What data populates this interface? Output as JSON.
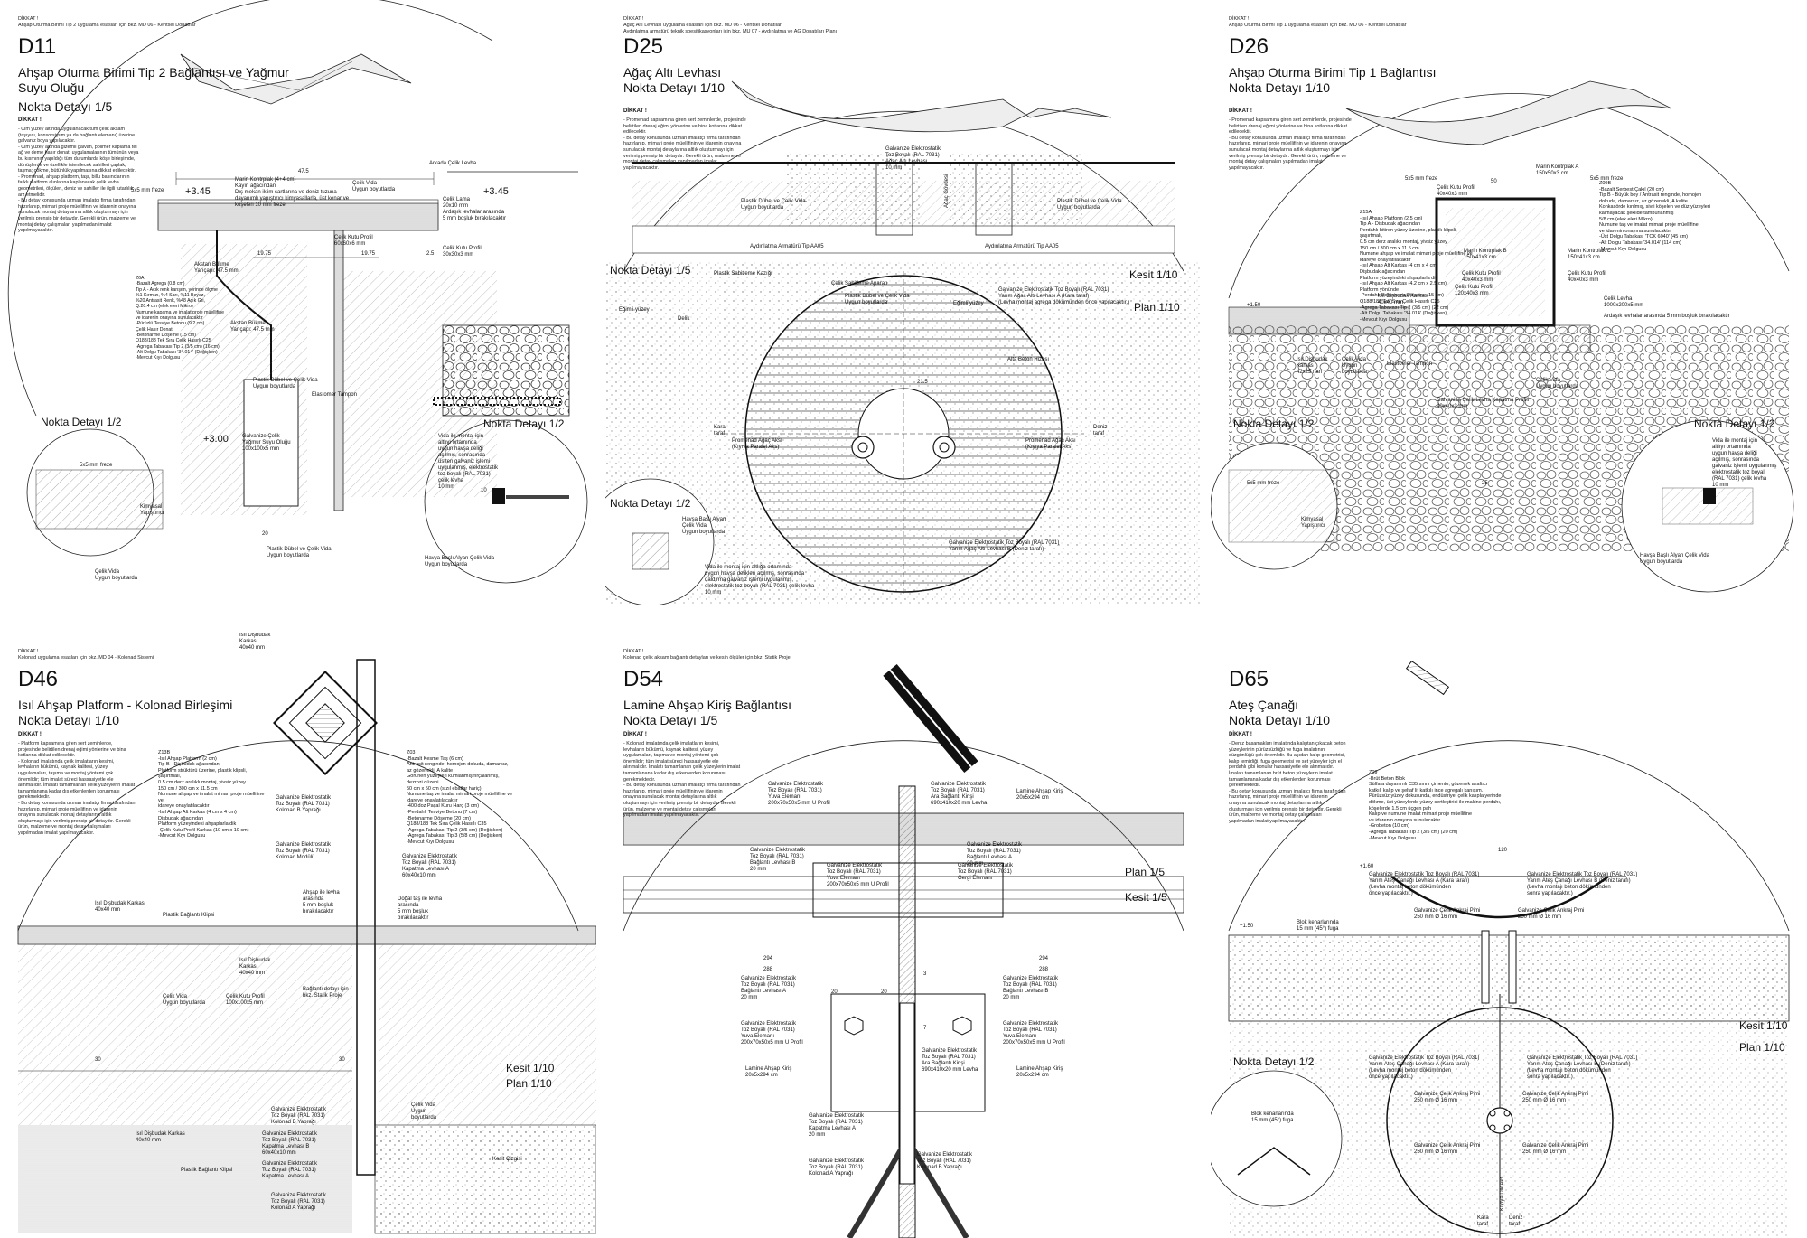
{
  "panels": [
    {
      "id": "D11",
      "header": "DİKKAT !\nAhşap Oturma Birimi Tip 2 uygulama esasları için bkz. MD 06 - Kentsel Donatılar",
      "code": "D11",
      "title": "Ahşap Oturma Birimi Tip 2 Bağlantısı ve Yağmur Suyu Oluğu",
      "subtitle": "Nokta Detayı 1/5",
      "dikkat": "DİKKAT !",
      "notes": "- Çim yüzey altında uygulanacak tüm çelik aksam (taşıyıcı, konsorsiyum ya da bağlantı elemanı) üzerine galvaniz boya yapılacaktır.\n- Çim yüzey altında gizemli galvan, polimer kaplama tel ağ ve deme hasır donatı uygulamalarının tümünün veya bu kısmının yapıldığı tüm durumlarda köşe birleşimde, dönüşlerde ve özellikle istenilecek sahilleri çaplak, taşma; çökme, bütünlük yapılmasına dikkat edilecektir.\n- Promenad, ahşap platform, taşı, billu basınclarının farklı platform alınlarına kaplanacak çelik levha geometrileri, ölçüleri, deniz ve sahiller ile ilgili tutarlılık arz etmelidir.\n- Bu detay konusunda uzman imalatçı firma tarafından hazırlanıp, mimari proje müellifinin ve idarenin onayına sunulacak montaj detaylarına altlık oluşturmayı için verilmiş prensip bir detaydır. Gerekli ürün, malzeme ve montaj detay çalışmaları yapılmadan imalat yapılmayacaktır.",
      "labels": {
        "top_arkada": "Arkada Çelik Levha",
        "frez": "5x5 mm freze",
        "plus345a": "+3.45",
        "plus345b": "+3.45",
        "marin": "Marin Kontrplak (4+4 cm)\nKayın ağacından\nDış mekan iklim şartlarına ve deniz tuzuna\ndayanımlı yapıştırıcı kimyasallarla, üst kenar ve\nköşeleri 10 mm freze",
        "celik_vida": "Çelik Vida\nUygun boyutlarda",
        "celik_lama": "Çelik Lama\n20x10 mm",
        "ardasik": "Ardaşık levhalar arasında\n5 mm boşluk bırakılacaktır",
        "celik_kutu_a": "Çelik Kutu Profil\n60x60x6 mm",
        "celik_kutu_b": "Çelik Kutu Profil\n30x30x3 mm",
        "z6a": "Z6A\n-Bazalt Agrega (0.8 cm)\nTip A - Açık renk karışım, yerinde ölçme\n%1 Kırmızı, %4 Sarı, %11 Beyaz,\n%20 Antrasit Renk, %48 Açık Gri,\nQ.20.4 cm (elek eleri Mikro)\nNumune kapama ve imalat proje müellifine\nve idarenin onayına sunulacaktır\n-Pürüzlü Tesviye Betonu (9.2 cm)\nÇelik Hasır Donatı\n-Betonarme Döşeme (15 cm)\nQ188/188 Tek Sıra Çelik Hasırlı C25\n-Agrega Tabakası Tip 2 (3/5 cm) (16 cm)\n-Alt Dolgu Tabakası '34.014' (Değişken)\n-Mevcut Kıyı Dolgusu",
        "akstan_a": "Akstan Bükme\nYarıçapı: 47.5 mm",
        "akstan_b": "Akstan Bükme\nYarıçapı: 47.5 mm",
        "plastik_dubel": "Plastik Dübel ve Çelik Vida\nUygun boyutlarda",
        "elastomer": "Elastomer Tampon",
        "nokta_left": "Nokta Detayı 1/2",
        "nokta_right": "Nokta Detayı 1/2",
        "plus300": "+3.00",
        "galvanize": "Galvanize Çelik\nYağmur Suyu Oluğu\n100x100x5 mm",
        "kimyasal": "Kimyasal\nYapıştırıcı",
        "frez2": "5x5 mm freze",
        "celik_vida_bottom": "Çelik Vida\nUygun boyutlarda",
        "plastik_dubel_bottom": "Plastik Dübel ve Çelik Vida\nUygun boyutlarda",
        "havya": "Havya Başlı Alyan Çelik Vida\nUygun boyutlarda",
        "vida_montaj": "Vida ile montaj için\naltlıyı ortamında\nuygun havşa deliği\naçılmış, sonrasında\nüstten galvaniz işlemi\nuygulanmış, elektrostatik\ntoz boyalı (RAL 7031)\nçelik levha\n10 mm",
        "d_475": "47.5",
        "d_1975a": "19.75",
        "d_1975b": "19.75",
        "d_25": "2.5",
        "d_10": "10",
        "d_20": "20"
      }
    },
    {
      "id": "D25",
      "header": "DİKKAT !\nAğaç Altı Levhası uygulama esasları için bkz. MD 06 - Kentsel Donatılar\nAydınlatma armatürü teknik spesifikasyonları için bkz. MU 07 - Aydınlatma ve AG Donatıları Planı",
      "code": "D25",
      "title": "Ağaç Altı Levhası",
      "subtitle": "Nokta Detayı 1/10",
      "dikkat": "DİKKAT !",
      "notes": "- Promenad kapsamına giren sert zeminlerde, projesinde belirtilen drenaj eğimi yönlerine ve bina kotlarına dikkat edilecektir.\n- Bu detay konusunda uzman imalatçı firma tarafından hazırlanıp, mimari proje müellifinin ve idarenin onayına sunulacak montaj detaylarına altlık oluşturmayı için verilmiş prensip bir detaydır. Gerekli ürün, malzeme ve montaj detay çalışmaları yapılmadan imalat yapılmayacaktır.",
      "labels": {
        "galv_top": "Galvanize Elektrostatik\nToz Boyalı (RAL 7031)\nAğaç Altı Levhası\n10 mm",
        "plastik_a": "Plastik Dübel ve Çelik Vida\nUygun boyutlarda",
        "plastik_b": "Plastik Dübel ve Çelik Vida\nUygun boyutlarda",
        "armatur_a": "Aydınlatma Armatürü Tip AA05",
        "armatur_b": "Aydınlatma Armatürü Tip AA05",
        "sabitleme_kazik": "Plastik Sabitleme Kazığı",
        "agac_govdesi": "Ağaç Gövdesi",
        "nokta_top": "Nokta Detayı 1/5",
        "kesit": "Kesit 1/10",
        "sabitleme": "Çelik Sabitleme Aparatı",
        "egimli": "Eğimli yüzey",
        "delik": "Delik",
        "plastik_c": "Plastik Dübel ve Çelik Vida\nUygun boyutlarda",
        "galv_c": "Galvanize Elektrostatik Toz Boyalı (RAL 7031)\nYarım Ağaç Altı Levhası A (Kara taraf)\n(Levha montaj agrega dökümünden önce yapılacaktır.)",
        "plan": "Plan 1/10",
        "eğimli2": "Eğimli yüzey",
        "alta_beton": "Alta Beton Hizası",
        "kara": "Kara\ntaraf",
        "promenad_a": "Promenad Ağaç Aksı\n(Kıyıya Paralel Aks)",
        "promenad_b": "Promenad Ağaç Aksı\n(Kıyıya Paralel Aks)",
        "deniz": "Deniz\ntaraf",
        "nokta_bottom": "Nokta Detayı 1/2",
        "havsa": "Havşa Başlı Alyan\nÇelik Vida\nUygun boyutlarda",
        "galv_b": "Galvanize Elektrostatik Toz Boyalı (RAL 7031)\nYarım Ağaç Altı Levhası B (Deniz tarafı)",
        "vida_note": "Vida ile montaj için altlığa ortamında\nuygun havşa deliklerı açılmış, sonrasında\ndaldırma galvaniz işlemi uygulanmış,\nelektrostatik toz boyalı (RAL 7031) çelik levha\n10 mm",
        "d_215": "21.5"
      }
    },
    {
      "id": "D26",
      "header": "DİKKAT !\nAhşap Oturma Birimi Tip 1 uygulama esasları için bkz. MD 06 - Kentsel Donatılar",
      "code": "D26",
      "title": "Ahşap Oturma Birimi Tip 1 Bağlantısı",
      "subtitle": "Nokta Detayı 1/10",
      "dikkat": "DİKKAT !",
      "notes": "- Promenad kapsamına giren sert zeminlerde, projesinde belirtilen drenaj eğimi yönlerine ve bina kotlarına dikkat edilecektir.\n- Bu detay konusunda uzman imalatçı firma tarafından hazırlanıp, mimari proje müellifinin ve idarenin onayına sunulacak montaj detaylarına altlık oluşturmayı için verilmiş prensip bir detaydır. Gerekli ürün, malzeme ve montaj detay çalışmaları yapılmadan imalat yapılmayacaktır.",
      "labels": {
        "marin_a": "Marin Kontrplak A\n150x50x3 cm",
        "frez": "5x5 mm freze",
        "celik_kutu_a": "Çelik Kutu Profil\n40x40x3 mm",
        "z09b": "Z09B\n-Bazalt Serbest Çakıl (20 cm)\nTip B - Büyük boy / Antrasit renginde, homojen\ndokuda, damarsız, az gözenekli, A kalite\nKonkasörde kırılmış, sivri köşelen ve düz yüzeyleri\nkalmayacak şekilde tamburlanmış\n5/8 cm (elek eleri Mikro)\nNumune taş ve imalat mimari proje müellifine\nve idarenin onayına sunulacaktır\n-Üst Dolgu Tabakası 'TCK 6040' (45 cm)\n-Alt Dolgu Tabakası '34.014' (114 cm)\n-Mevcut Kıyı Dolgusu",
        "z15a": "Z15A\n-Isıl Ahşap Platform (2.5 cm)\nTip A - Dişbudak ağacından\nPerdahlı bitiren yüzey üzerine, plastik klipsli, şaşırtmalı,\n0.5 cm derz aralıklı montaj, yivsiz yüzey\n150 cm / 300 cm x 11.5 cm\nNumune ahşap ve imalat mimari proje müellifine ve\nidareye onaylatılacaktır\n-Isıl Ahşap Alt Karkas (4 cm x 4 cm)\nDişbudak ağacından\nPlatform yüzeyindeki ahşaplarla dik\n-Isıl Ahşap Alt Karkas (4.2 cm x 2.5 cm)\nPlatform yönünde\n-Perdahlı Betonarme Döşeme (15 cm)\nQ188/188 Tek Sıra Çelik Hasırlı C25\n-Agrega Tabakası Tip 2 (3/5 cm) (22 cm)\n-Alt Dolgu Tabakası '34.014' (Değişken)\n-Mevcut Kıyı Dolgusu",
        "marin_b": "Marin Kontrplak B\n150x41x3 cm",
        "marin_c": "Marin Kontrplak C\n150x41x3 cm",
        "celik_kutu_b": "Çelik Kutu Profil\n40x40x3 mm",
        "celik_kutu_c": "Çelik Kutu Profil\n120x40x3 mm",
        "celik_levha": "Çelik Levha\n1000x200x5 mm",
        "ardasik": "Ardaşık levhalar arasında 5 mm boşluk bırakılacaktır",
        "isil_disbudak": "Isıl Dişbudak Karkas\n40x40 mm",
        "plus150": "+1.50",
        "isil_disbudak2": "Isıl Dişbudak\nKarkas\n42x25 mm",
        "celik_vida": "Çelik Vida\nUygun\nboyutlarda",
        "elastomer": "Elastomer Tampon",
        "celik_vida_b": "Çelik Vida\nUygun boyutlarda",
        "galv": "Galvanize Çelik Levha Kapatma Profili\n40x40x3 mm",
        "nokta_left": "Nokta Detayı 1/2",
        "nokta_right": "Nokta Detayı 1/2",
        "frez2": "5x5 mm freze",
        "kimyasal": "Kimyasal\nYapıştırıcı",
        "havsa": "Havşa Başlı Alyan Çelik Vida\nUygun boyutlarda",
        "vida_note": "Vida ile montaj için\naltlıyı ortamında\nuygun havşa deliği\naçılmış, sonrasında\ngalvaniz işlemi uygulanmış\nelektrostatik toz boyalı\n(RAL 7031) çelik levha\n10 mm",
        "d_50": "50",
        "d_25": "25"
      }
    },
    {
      "id": "D46",
      "header": "DİKKAT !\nKolonad uygulama esasları için bkz. MD 04 - Kolonad Sistemi",
      "code": "D46",
      "title": "Isıl Ahşap Platform - Kolonad Birleşimi",
      "subtitle": "Nokta Detayı 1/10",
      "dikkat": "DİKKAT !",
      "notes": "- Platform kapsamına giren sert zeminlerde, projesinde belirtilen drenaj eğimi yönlerine ve bina kotlarına dikkat edilecektir.\n- Kolonad imalatında çelik imalatların kesimi, levhaların bükümü, kaynak kalitesi, yüzey uygulamaları, taşıma ve montaj yöntemi çok önemlidir; tüm imalat süreci hassasiyetle ele alınmalıdır. İmalatı tamamlanan çelik yüzeylerin imalat tamamlanana kadar dış etkenlerden korunması gerekmektedir.\n- Bu detay konusunda uzman imalatçı firma tarafından hazırlanıp, mimari proje müellifinin ve idarenin onayına sunulacak montaj detaylarına altlık oluşturmayı için verilmiş prensip bir detaydır. Gerekli ürün, malzeme ve montaj detay çalışmaları yapılmadan imalat yapılmayacaktır.",
      "labels": {
        "z13b": "Z13B\n-Isıl Ahşap Platform (2 cm)\nTip B - Dişbudak ağacından\nPlatform strüktürü üzerine, plastik klipsli, şaşırtmalı,\n0.5 cm derz aralıklı montaj, yivsiz yüzey\n150 cm / 300 cm x 11.5 cm\nNumune ahşap ve imalat mimari proje müellifine ve\nidareye onaylatılacaktır\n-Isıl Ahşap Alt Karkas (4 cm x 4 cm)\nDişbudak ağacından\nPlatform yüzeyindeki ahşaplarla dik\n-Çelik Kutu Profil Karkas (10 cm x 10 cm)\n-Mevcut Kıyı Dolgusu",
        "z03": "Z03\n-Bazalt Kesme Taş (6 cm)\nAntrasit renginde, homojen dokuda, damarsız,\naz gözenekli, A kalite\nGörünen yüzeyleri kumlanmış fırçalanmış,\ndezrozi düzeni\n50 cm x 50 cm (sızıl ebatlar hariç)\nNumune taş ve imalat mimari proje müellifine ve\nidareye onaylatılacaktır\n-400 doz Paçal Kuru Harç (3 cm)\n-Perdahlı Tesviye Betonu (7 cm)\n-Betonarme Döşeme (20 cm)\nQ188/188 Tek Sıra Çelik Hasırlı C35\n-Agrega Tabakası Tip 2 (3/5 cm) (Değişken)\n-Agrega Tabakası Tip 3 (5/8 cm) (Değişken)\n-Mevcut Kıyı Dolgusu",
        "galv_a": "Galvanize Elektrostatik\nToz Boyalı (RAL 7031)\nKolonad B Yaprağı",
        "galv_b": "Galvanize Elektrostatik\nToz Boyalı (RAL 7031)\nKolonad Modülü",
        "galv_c": "Galvanize Elektrostatik\nToz Boyalı (RAL 7031)\nKapatma Levhası A\n60x40x10 mm",
        "ahsap_ile": "Ahşap ile levha\narasında\n5 mm boşluk\nbırakılacaktır",
        "dogal_tas": "Doğal taş ile levha\narasında\n5 mm boşluk\nbırakılacaktır",
        "isil_karkas": "Isıl Dişbudak Karkas\n40x40 mm",
        "plastik_klips": "Plastik Bağlantı Klipsi",
        "isil_karkas2": "Isıl Dişbudak\nKarkas\n40x40 mm",
        "celik_vida": "Çelik Vida\nUygun boyutlarda",
        "celik_kutu": "Çelik Kutu Profil\n100x100x5 mm",
        "baglanti": "Bağlantı detayı için\nbkz. Statik Proje",
        "kesit": "Kesit 1/10",
        "plan": "Plan 1/10",
        "celik_vida_b": "Çelik Vida\nUygun\nboyutlarda",
        "isil_karkas3": "Isıl Dişbudak Karkas\n40x40 mm",
        "galv_d": "Galvanize Elektrostatik\nToz Boyalı (RAL 7031)\nKolonad B Yaprağı",
        "galv_e": "Galvanize Elektrostatik\nToz Boyalı (RAL 7031)\nKapatma Levhası B\n60x40x10 mm",
        "kesit_cizgisi": "Kesit Çizgisi",
        "galv_f": "Galvanize Elektrostatik\nToz Boyalı (RAL 7031)\nKapatma Levhası A",
        "plastik_klips2": "Plastik Bağlantı Klipsi",
        "galv_g": "Galvanize Elektrostatik\nToz Boyalı (RAL 7031)\nKolonad A Yaprağı",
        "d_30a": "30",
        "d_30b": "30"
      }
    },
    {
      "id": "D54",
      "header": "DİKKAT !\nKolonad çelik aksam bağlantı detayları ve kesin ölçüler için bkz. Statik Proje",
      "code": "D54",
      "title": "Lamine Ahşap Kiriş Bağlantısı",
      "subtitle": "Nokta Detayı 1/5",
      "dikkat": "DİKKAT !",
      "notes": "- Kolonad imalatında çelik imalatların kesimi, levhaların bükümü, kaynak kalitesi, yüzey uygulamaları, taşıma ve montaj yöntemi çok önemlidir; tüm imalat süreci hassasiyetle ele alınmalıdır. İmalatı tamamlanan çelik yüzeylerin imalat tamamlanana kadar dış etkenlerden korunması gerekmektedir.\n- Bu detay konusunda uzman imalatçı firma tarafından hazırlanıp, mimari proje müellifinin ve idarenin onayına sunulacak montaj detaylarına altlık oluşturmayı için verilmiş prensip bir detaydır. Gerekli ürün, malzeme ve montaj detay çalışmaları yapılmadan imalat yapılmayacaktır.",
      "labels": {
        "galv_a": "Galvanize Elektrostatik\nToz Boyalı (RAL 7031)\nYuva Elemanı\n200x70x50x5 mm U Profil",
        "galv_b": "Galvanize Elektrostatik\nToz Boyalı (RAL 7031)\nAra Bağlantı Kirişi\n690x410x20 mm Levha",
        "lamine_a": "Lamine Ahşap Kiriş\n20x5x294 cm",
        "galv_c": "Galvanize Elektrostatik\nToz Boyalı (RAL 7031)\nBağlantı Levhası B\n20 mm",
        "galv_d": "Galvanize Elektrostatik\nToz Boyalı (RAL 7031)\nBağlantı Levhası A\n20 mm",
        "galv_e": "Galvanize Elektrostatik\nToz Boyalı (RAL 7031)\nYuva Elemanı\n200x70x50x5 mm U Profil",
        "galv_f": "Galvanize Elektrostatik\nToz Boyalı (RAL 7031)\nGergi Elemanı",
        "plan": "Plan 1/5",
        "kesit": "Kesit 1/5",
        "d_294a": "294",
        "d_288a": "288",
        "d_294b": "294",
        "d_288b": "288",
        "galv_g": "Galvanize Elektrostatik\nToz Boyalı (RAL 7031)\nBağlantı Levhası A\n20 mm",
        "galv_h": "Galvanize Elektrostatik\nToz Boyalı (RAL 7031)\nBağlantı Levhası B\n20 mm",
        "galv_i": "Galvanize Elektrostatik\nToz Boyalı (RAL 7031)\nYuva Elemanı\n200x70x50x5 mm U Profil",
        "galv_j": "Galvanize Elektrostatik\nToz Boyalı (RAL 7031)\nYuva Elemanı\n200x70x50x5 mm U Profil",
        "lamine_b": "Lamine Ahşap Kiriş\n20x5x294 cm",
        "galv_k": "Galvanize Elektrostatik\nToz Boyalı (RAL 7031)\nAra Bağlantı Kirişi\n690x410x20 mm Levha",
        "lamine_c": "Lamine Ahşap Kiriş\n20x5x294 cm",
        "galv_l": "Galvanize Elektrostatik\nToz Boyalı (RAL 7031)\nKapatma Levhası A\n20 mm",
        "galv_m": "Galvanize Elektrostatik\nToz Boyalı (RAL 7031)\nKolonad B Yaprağı",
        "galv_n": "Galvanize Elektrostatik\nToz Boyalı (RAL 7031)\nKolonad A Yaprağı",
        "d_20a": "20",
        "d_20b": "20",
        "d_3": "3",
        "d_7": "7"
      }
    },
    {
      "id": "D65",
      "header": "",
      "code": "D65",
      "title": "Ateş Çanağı",
      "subtitle": "Nokta Detayı 1/10",
      "dikkat": "DİKKAT !",
      "notes": "- Deniz basamakları imalatında kalıptan çıkacak beton yüzeylerinin pürüzsüzlüğü ve fuga imalatının düzgünlüğü çok önemlidir. Bu açıdan kalıp geometrisi, kalıp temizliği, fuga geometrisi ve set yüzeyler için el perdahlı gibi konular hassasiyetle ele alınmalıdır. İmalatı tamamlanan brüt beton yüzeylerin imalat tamamlanana kadar dış etkenlerden korunması gerekmektedir.\n- Bu detay konusunda uzman imalatçı firma tarafından hazırlanıp, mimari proje müellifinin ve idarenin onayına sunulacak montaj detaylarına altlık oluşturmayı için verilmiş prensip bir detaydır. Gerekli ürün, malzeme ve montaj detay çalışmaları yapılmadan imalat yapılmayacaktır.",
      "labels": {
        "z09": "Z09\n-Brüt Beton Blok\nSülfata dayanımlı C35 sınıfı çimento, gözenek azaltıcı\nkatkılı kalıp ve şelfaf lif katkılı ince agregalı kanışım.\nPürüzsüz yüzey dokusunda, endüstriyel çelik kalıpla yerinde\ndökme, üst yüzeylerde yüzey sertleştirici ile makine perdahı,\nköşelerde 1.5 cm üçgen pah\nKalıp ve numune imalat mimari proje müellifine\nve idarenin onayına sunulacaktır\n-Grobeton (10 cm)\n-Agrega Tabakası Tip 2 (3/5 cm) (20 cm)\n-Mevcut Kıyı Dolgusu",
        "d_120": "120",
        "plus160": "+1.60",
        "galv_a": "Galvanize Elektrostatik Toz Boyalı (RAL 7031)\nYarım Ateş Çanağı Levhası A (Kara tarafı)\n(Levha montaj beton dökümünden\nönce yapılacaktır.)",
        "galv_b": "Galvanize Elektrostatik Toz Boyalı (RAL 7031)\nYarım Ateş Çanağı Levhası B (Deniz tarafı)\n(Levha montajı beton dökümünden\nsonra yapılacaktır.)",
        "blok_kenar": "Blok kenarlarında\n15 mm (45°) fuga",
        "ankraj_a": "Galvanize Çelik Ankraj Pimi\n250 mm Ø 16 mm",
        "ankraj_b": "Galvanize Çelik Ankraj Pimi\n250 mm Ø 16 mm",
        "plus150": "+1.50",
        "kesit": "Kesit 1/10",
        "plan": "Plan 1/10",
        "nokta": "Nokta Detayı 1/2",
        "galv_c": "Galvanize Elektrostatik Toz Boyalı (RAL 7031)\nYarım Ateş Çanağı Levhası A (Kara tarafı)\n(Levha montaj beton dökümünden\nönce yapılacaktır.)",
        "galv_d": "Galvanize Elektrostatik Toz Boyalı (RAL 7031)\nYarım Ateş Çanağı Levhası B (Deniz tarafı)\n(Levha montajı beton dökümünden\nsonra yapılacaktır.)",
        "ankraj_c": "Galvanize Çelik Ankraj Pimi\n250 mm Ø 16 mm",
        "ankraj_d": "Galvanize Çelik Ankraj Pimi\n250 mm Ø 16 mm",
        "blok_kenar2": "Blok kenarlarında\n15 mm (45°) fuga",
        "ankraj_e": "Galvanize Çelik Ankraj Pimi\n250 mm Ø 16 mm",
        "ankraj_f": "Galvanize Çelik Ankraj Pimi\n250 mm Ø 16 mm",
        "kara": "Kara\ntaraf",
        "deniz": "Deniz\ntaraf",
        "kıyı": "Kıyıya Dik Aks"
      }
    }
  ]
}
